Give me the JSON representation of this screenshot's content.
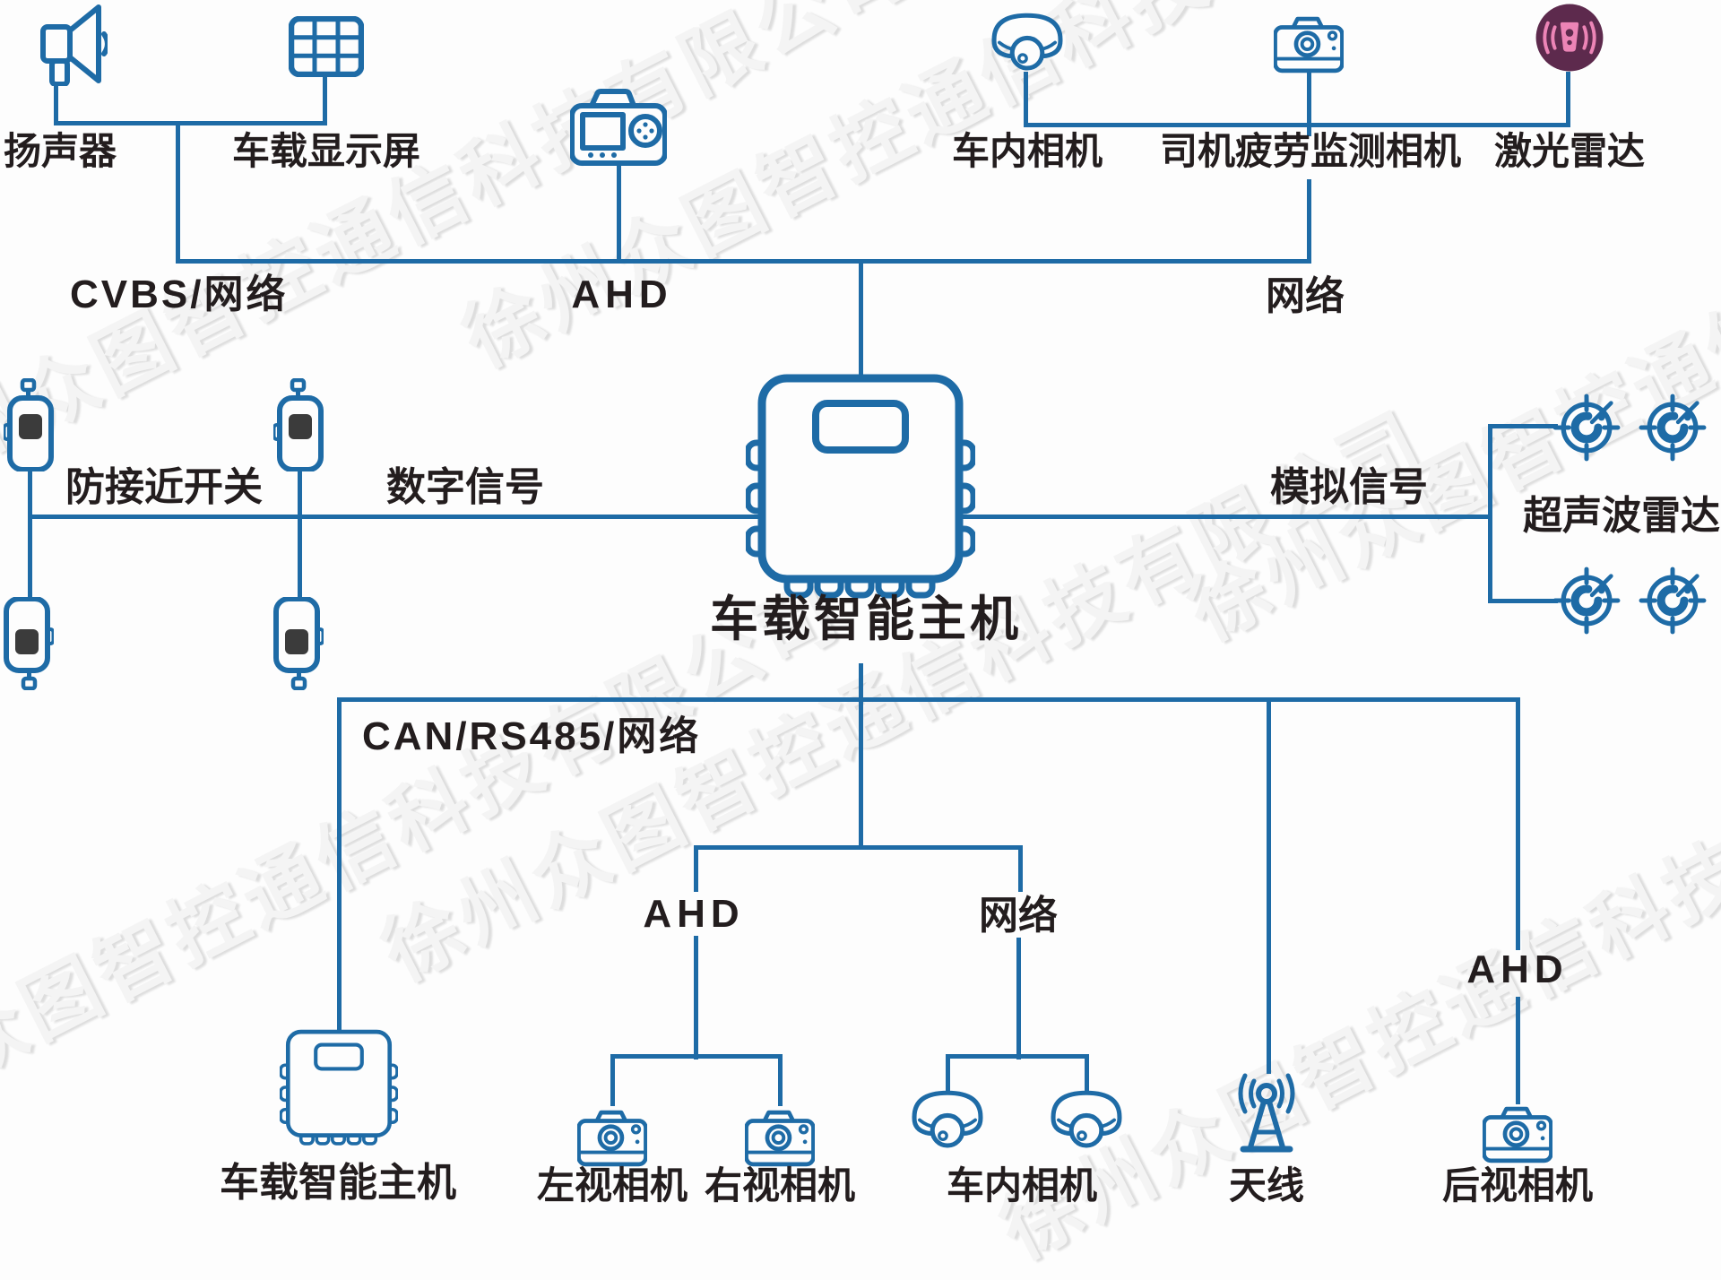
{
  "watermark": {
    "text": "徐州众图智控通信科技有限公司"
  },
  "colors": {
    "line": "#1e6ba6",
    "icon_stroke": "#1e6ba6",
    "text": "#231d1e",
    "lidar_circle": "#5d2a4d",
    "lidar_glyph": "#ec84b6",
    "switch_square": "#3b3b3b",
    "background": "#fdfdfd"
  },
  "icons": {
    "megaphone": "megaphone-icon",
    "display_grid": "monitor-grid-icon",
    "instant_camera": "camera-back-icon",
    "dome_camera": "dome-camera-icon",
    "box_camera": "photo-camera-icon",
    "lidar": "lidar-badge-icon",
    "radar": "radar-target-icon",
    "host_chip": "vehicle-host-box-icon",
    "proximity_switch": "proximity-switch-icon",
    "antenna_tower": "antenna-tower-icon"
  },
  "top": {
    "speaker": "扬声器",
    "display": "车载显示屏",
    "interior_camera": "车内相机",
    "fatigue_camera": "司机疲劳监测相机",
    "lidar": "激光雷达",
    "bus_left": "CVBS/网络",
    "bus_mid": "AHD",
    "bus_right": "网络"
  },
  "middle": {
    "host": "车载智能主机",
    "proximity_switch": "防接近开关",
    "digital_signal": "数字信号",
    "analog_signal": "模拟信号",
    "ultrasonic_radar": "超声波雷达"
  },
  "bottom": {
    "bus": "CAN/RS485/网络",
    "ahd_left": "AHD",
    "network": "网络",
    "ahd_right": "AHD",
    "host2": "车载智能主机",
    "left_camera": "左视相机",
    "right_camera": "右视相机",
    "interior_camera": "车内相机",
    "antenna": "天线",
    "rear_camera": "后视相机"
  }
}
